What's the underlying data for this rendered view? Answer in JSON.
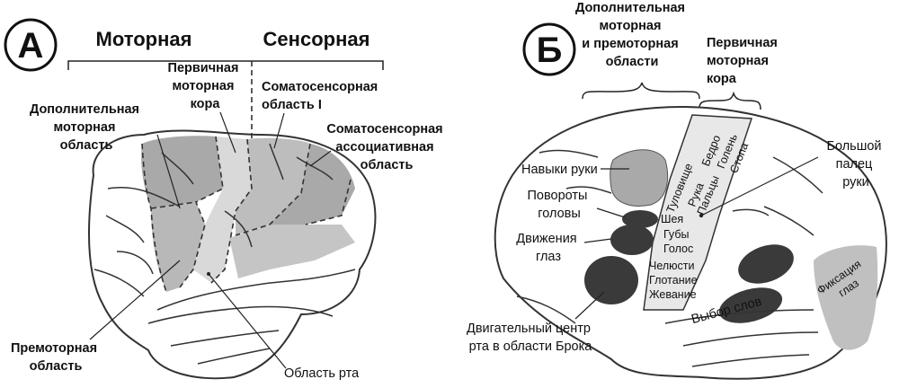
{
  "panel_a": {
    "letter": "А",
    "header_motor": "Моторная",
    "header_sensory": "Сенсорная",
    "primary_motor": [
      "Первичная",
      "моторная",
      "кора"
    ],
    "somatosensory_1": [
      "Соматосенсорная",
      "область I"
    ],
    "supplementary_motor": [
      "Дополнительная",
      "моторная",
      "область"
    ],
    "somatosensory_assoc": [
      "Соматосенсорная",
      "ассоциативная",
      "область"
    ],
    "premotor": [
      "Премоторная",
      "область"
    ],
    "mouth_area": "Область рта"
  },
  "panel_b": {
    "letter": "Б",
    "supp_premotor": [
      "Дополнительная",
      "моторная",
      "и премоторная",
      "области"
    ],
    "primary_motor": [
      "Первичная",
      "моторная",
      "кора"
    ],
    "hand_skills": "Навыки руки",
    "head_turns": [
      "Повороты",
      "головы"
    ],
    "eye_movements": [
      "Движения",
      "глаз"
    ],
    "broca": [
      "Двигательный центр",
      "рта в области Брока"
    ],
    "thumb": [
      "Большой",
      "палец",
      "руки"
    ],
    "word_choice": "Выбор слов",
    "eye_fixation": [
      "Фиксация",
      "глаз"
    ],
    "homunculus_diag": [
      "Бедро",
      "Голень",
      "Стопа",
      "Туловище",
      "Рука",
      "Пальцы"
    ],
    "homunculus_horiz": [
      "Шея",
      "Губы",
      "Голос",
      "Челюсти",
      "Глотание",
      "Жевание"
    ]
  },
  "colors": {
    "dark_region": "#3a3a3a",
    "mid_gray": "#a9a9a9",
    "light_gray": "#d0d0d0",
    "pale_gray": "#e6e6e6"
  }
}
